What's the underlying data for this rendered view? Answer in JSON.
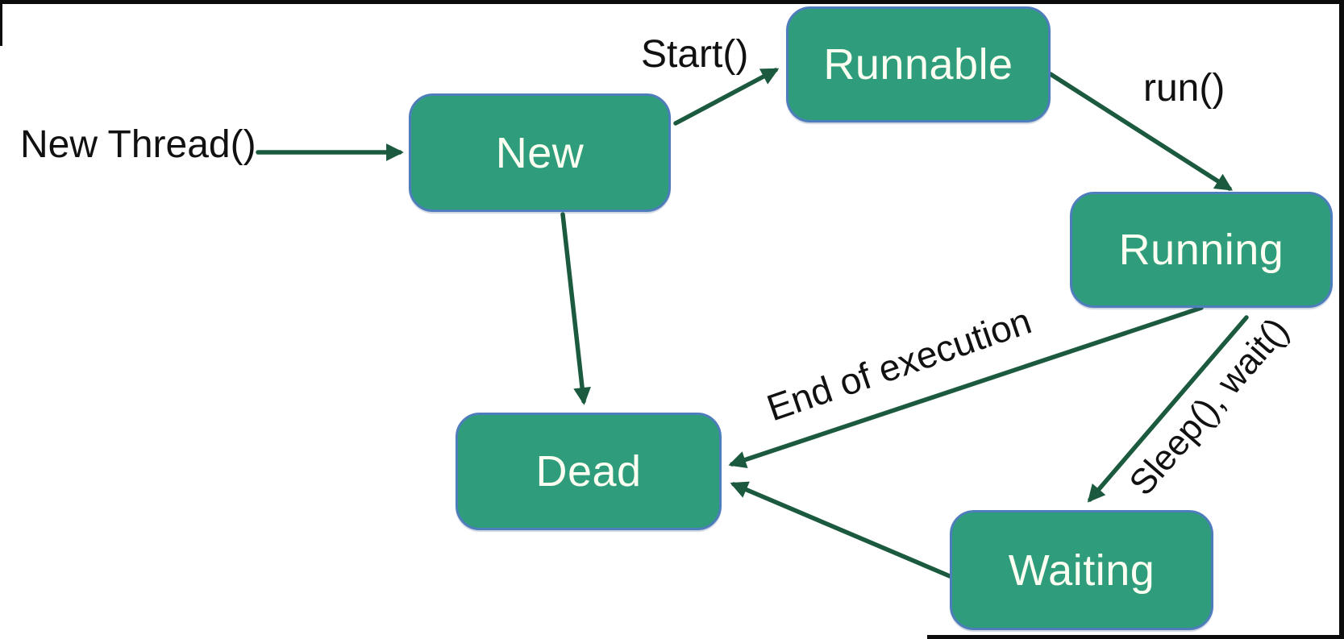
{
  "diagram": {
    "description": "Thread lifecycle state diagram",
    "nodes": [
      {
        "id": "new",
        "label": "New"
      },
      {
        "id": "runnable",
        "label": "Runnable"
      },
      {
        "id": "running",
        "label": "Running"
      },
      {
        "id": "dead",
        "label": "Dead"
      },
      {
        "id": "waiting",
        "label": "Waiting"
      }
    ],
    "edge_labels": {
      "new_thread": "New Thread()",
      "start": "Start()",
      "run": "run()",
      "end_of_execution": "End of execution",
      "sleep_wait": "Sleep(), wait()"
    },
    "edges": [
      {
        "from": "entry",
        "to": "new",
        "label": "New Thread()"
      },
      {
        "from": "new",
        "to": "runnable",
        "label": "Start()"
      },
      {
        "from": "runnable",
        "to": "running",
        "label": "run()"
      },
      {
        "from": "new",
        "to": "dead",
        "label": ""
      },
      {
        "from": "running",
        "to": "dead",
        "label": "End of execution"
      },
      {
        "from": "running",
        "to": "waiting",
        "label": "Sleep(), wait()"
      },
      {
        "from": "waiting",
        "to": "dead",
        "label": ""
      }
    ],
    "colors": {
      "node_fill": "#2f9d7c",
      "node_border": "#4d7dbb",
      "node_text": "#fdfff2",
      "arrow": "#1b5a3e",
      "label_text": "#111111",
      "background": "#ffffff",
      "frame": "#0c0c0c"
    }
  }
}
